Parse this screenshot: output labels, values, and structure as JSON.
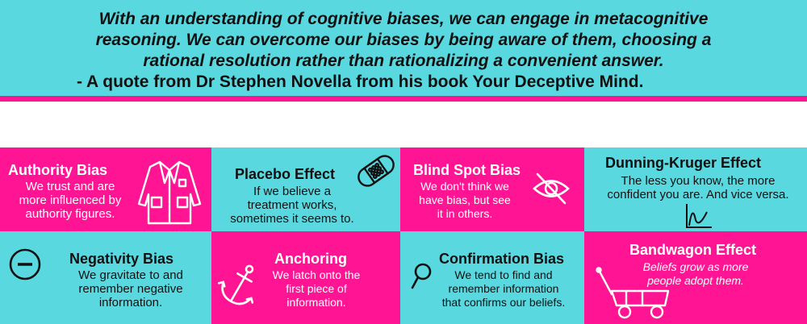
{
  "quote": {
    "lines": [
      "With an understanding of cognitive biases, we can engage in metacognitive",
      "reasoning. We can overcome our biases by being aware of them, choosing a",
      "rational resolution rather than rationalizing a convenient answer."
    ],
    "attribution": "- A quote from Dr Stephen Novella from his book Your Deceptive Mind."
  },
  "colors": {
    "pink": "#ff1493",
    "cyan": "#5ad8e0",
    "dark": "#111111",
    "white": "#ffffff"
  },
  "biases": [
    {
      "title": "Authority Bias",
      "body": [
        "We trust and are",
        "more influenced by",
        "authority figures."
      ],
      "icon": "lab-coat-icon"
    },
    {
      "title": "Placebo Effect",
      "body": [
        "If we believe a",
        "treatment works,",
        "sometimes it seems to."
      ],
      "icon": "bandage-icon"
    },
    {
      "title": "Blind Spot Bias",
      "body": [
        "We don't think we",
        "have bias, but see",
        "it in others."
      ],
      "icon": "eye-off-icon"
    },
    {
      "title": "Dunning-Kruger Effect",
      "body": [
        "The less you know, the more",
        "confident you are. And vice versa."
      ],
      "icon": "curve-graph-icon"
    },
    {
      "title": "Negativity Bias",
      "body": [
        "We gravitate to and",
        "remember negative",
        "information."
      ],
      "icon": "minus-circle-icon"
    },
    {
      "title": "Anchoring",
      "body": [
        "We latch onto the",
        "first piece of",
        "information."
      ],
      "icon": "anchor-icon"
    },
    {
      "title": "Confirmation Bias",
      "body": [
        "We tend to find and",
        "remember information",
        "that confirms our beliefs."
      ],
      "icon": "magnifier-icon"
    },
    {
      "title": "Bandwagon Effect",
      "body": [
        "Beliefs grow as more",
        "people adopt them."
      ],
      "icon": "wagon-icon"
    }
  ]
}
